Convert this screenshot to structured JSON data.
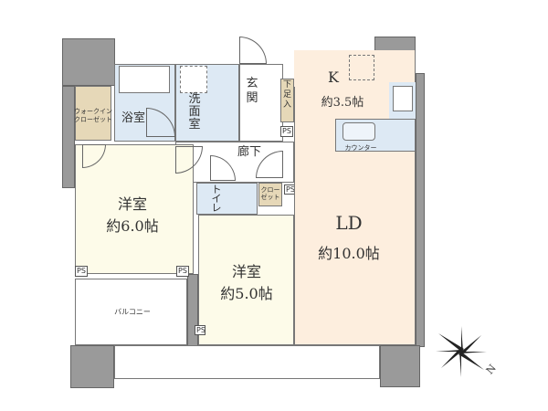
{
  "rooms": {
    "walkin_closet": "ウォークイン\nクローゼット",
    "bath": "浴室",
    "washroom": "洗面室",
    "entrance": "玄関",
    "shoe_storage": "下足入",
    "hallway": "廊下",
    "toilet": "トイレ",
    "closet": "クローゼット",
    "western_room_1": {
      "name": "洋室",
      "size": "約6.0帖"
    },
    "western_room_2": {
      "name": "洋室",
      "size": "約5.0帖"
    },
    "kitchen": {
      "name": "K",
      "size": "約3.5帖"
    },
    "living_dining": {
      "name": "LD",
      "size": "約10.0帖"
    },
    "counter": "カウンター",
    "balcony": "バルコニー",
    "ps": "PS"
  },
  "compass": {
    "label": "N"
  },
  "colors": {
    "wall": "#9a9a9a",
    "western": "#fdfbe9",
    "ldk": "#fdeede",
    "wet": "#dde9f4",
    "storage": "#e6d8b8"
  }
}
